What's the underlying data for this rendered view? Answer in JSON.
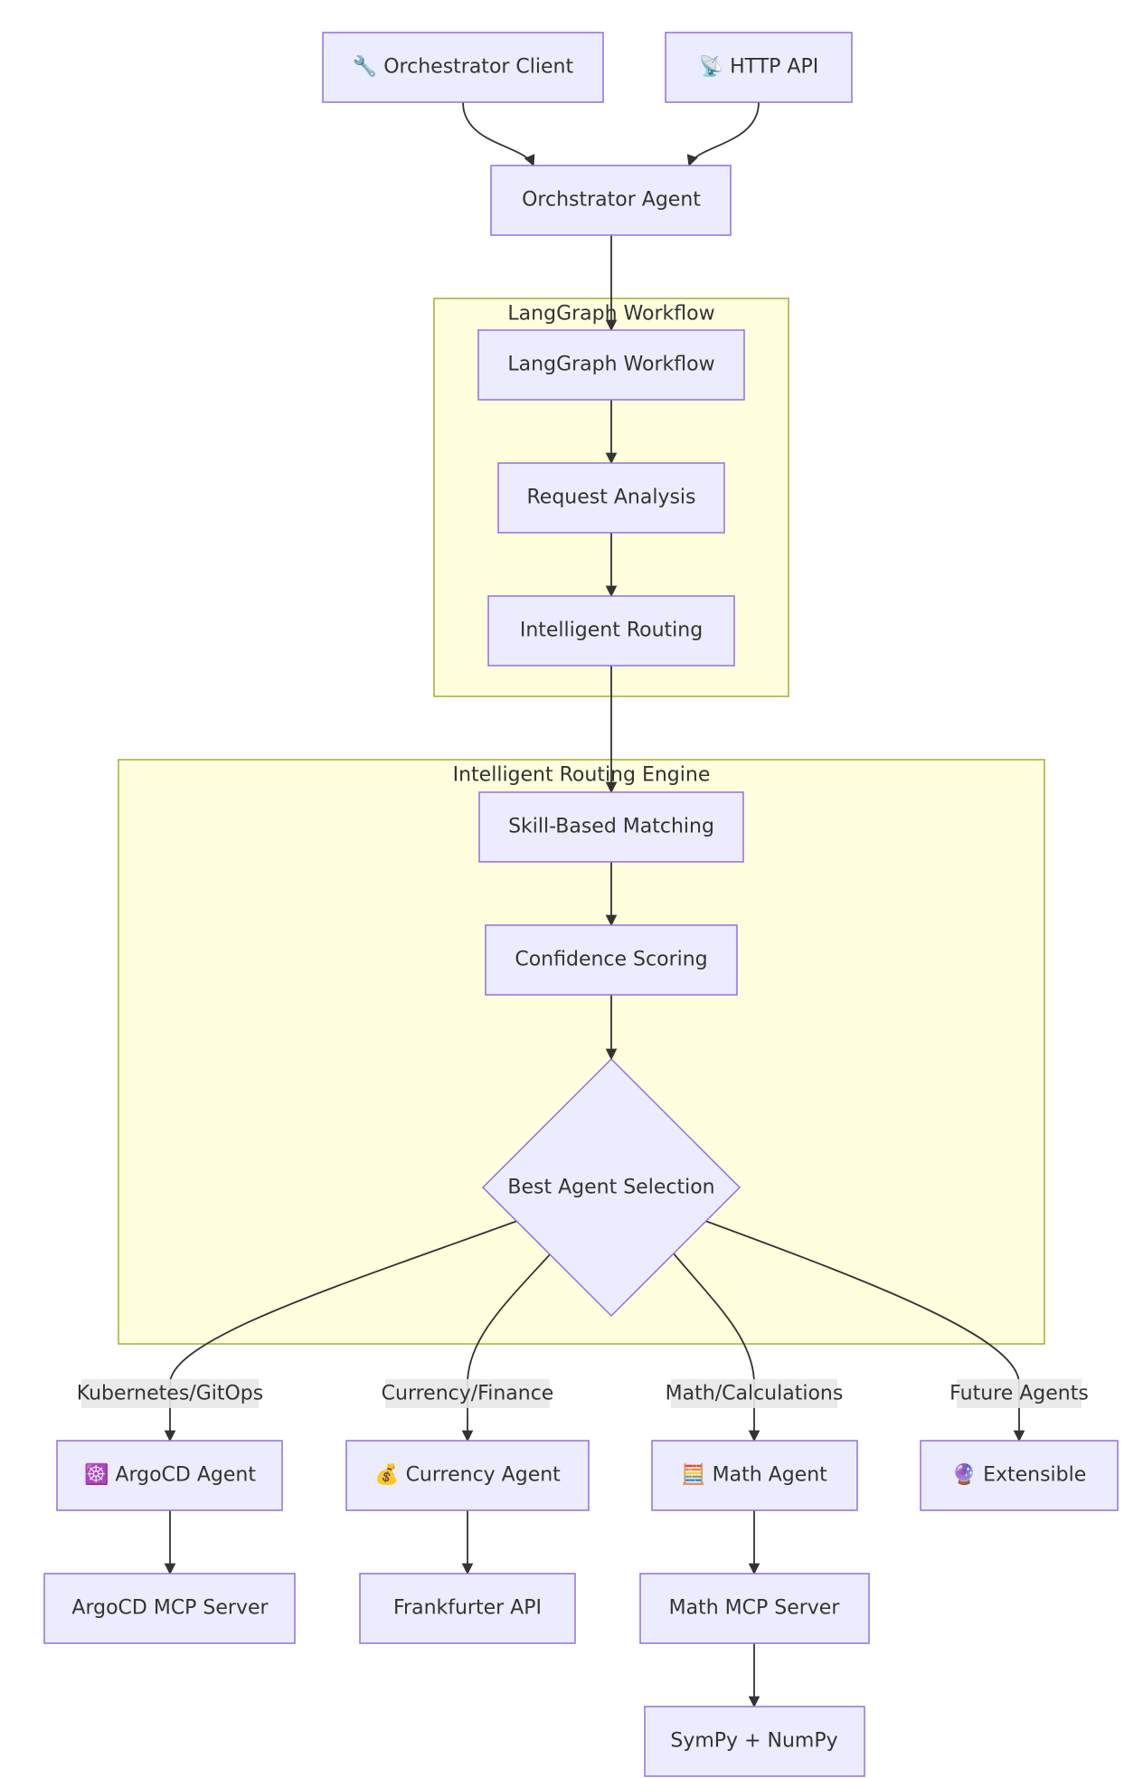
{
  "clusters": {
    "workflow": {
      "title": "LangGraph Workflow"
    },
    "routing": {
      "title": "Intelligent Routing Engine"
    }
  },
  "nodes": {
    "client": {
      "label": "🔧 Orchestrator Client",
      "icon": "wrench-icon"
    },
    "http": {
      "label": "📡 HTTP API",
      "icon": "satellite-dish-icon"
    },
    "agent": {
      "label": "Orchstrator Agent"
    },
    "lgw": {
      "label": "LangGraph Workflow"
    },
    "analysis": {
      "label": "Request Analysis"
    },
    "routing": {
      "label": "Intelligent Routing"
    },
    "skill": {
      "label": "Skill-Based Matching"
    },
    "conf": {
      "label": "Confidence Scoring"
    },
    "best": {
      "label": "Best Agent Selection"
    },
    "argocd": {
      "label": "☸️ ArgoCD Agent",
      "icon": "helm-wheel-icon"
    },
    "currency": {
      "label": "💰 Currency Agent",
      "icon": "money-bag-icon"
    },
    "math": {
      "label": "🧮 Math Agent",
      "icon": "abacus-icon"
    },
    "ext": {
      "label": "🔮 Extensible",
      "icon": "crystal-ball-icon"
    },
    "argomcp": {
      "label": "ArgoCD MCP Server"
    },
    "frank": {
      "label": "Frankfurter API"
    },
    "mathmcp": {
      "label": "Math MCP Server"
    },
    "sympy": {
      "label": "SymPy + NumPy"
    }
  },
  "edge_labels": {
    "k8s": "Kubernetes/GitOps",
    "currency": "Currency/Finance",
    "math": "Math/Calculations",
    "future": "Future Agents"
  },
  "colors": {
    "node_fill": "#ececff",
    "node_stroke": "#9370db",
    "cluster_fill": "#ffffde",
    "cluster_stroke": "#aaaa33",
    "edge": "#333333",
    "text": "#333333"
  }
}
